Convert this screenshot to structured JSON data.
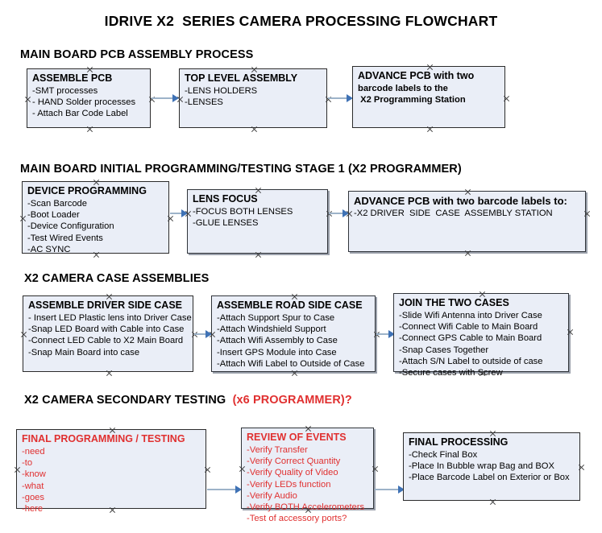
{
  "document": {
    "title": "IDRIVE X2  SERIES CAMERA PROCESSING FLOWCHART"
  },
  "colors": {
    "box_fill": "#eaeef7",
    "box_border": "#2b2b2b",
    "connector": "#9db3c9",
    "arrowhead": "#3f72b5",
    "red_accent": "#e03030",
    "text": "#000000"
  },
  "sections": [
    {
      "id": "main-board-pcb-assembly",
      "heading": "MAIN BOARD PCB ASSEMBLY PROCESS",
      "heading_accent": "",
      "boxes": [
        {
          "id": "assemble-pcb",
          "title": "ASSEMBLE PCB",
          "lines": [
            "-SMT processes",
            "- HAND Solder processes",
            "- Attach Bar Code Label"
          ]
        },
        {
          "id": "top-level-assembly",
          "title": "TOP LEVEL ASSEMBLY",
          "lines": [
            "-LENS HOLDERS",
            "-LENSES"
          ]
        },
        {
          "id": "advance-pcb-programming-station",
          "title": "ADVANCE PCB with two",
          "lines": [
            "barcode labels to the",
            " X2 Programming Station"
          ]
        }
      ]
    },
    {
      "id": "main-board-initial-programming",
      "heading": "MAIN BOARD INITIAL PROGRAMMING/TESTING STAGE 1 (X2 PROGRAMMER)",
      "heading_accent": "",
      "boxes": [
        {
          "id": "device-programming",
          "title": "DEVICE PROGRAMMING",
          "lines": [
            "-Scan Barcode",
            "-Boot Loader",
            "-Device Configuration",
            "-Test Wired Events",
            "-AC SYNC"
          ]
        },
        {
          "id": "lens-focus",
          "title": "LENS FOCUS",
          "lines": [
            "-FOCUS BOTH LENSES",
            "-GLUE LENSES"
          ]
        },
        {
          "id": "advance-pcb-driver-side-case",
          "title": "ADVANCE PCB with two barcode labels to:",
          "lines": [
            "-X2 DRIVER  SIDE  CASE  ASSEMBLY STATION"
          ]
        }
      ]
    },
    {
      "id": "x2-camera-case-assemblies",
      "heading": "X2 CAMERA CASE ASSEMBLIES",
      "heading_accent": "",
      "boxes": [
        {
          "id": "assemble-driver-side-case",
          "title": "ASSEMBLE DRIVER SIDE CASE",
          "lines": [
            "- Insert LED Plastic lens into Driver Case",
            "-Snap LED Board with Cable into Case",
            "-Connect LED Cable to X2 Main Board",
            "-Snap Main Board into case"
          ]
        },
        {
          "id": "assemble-road-side-case",
          "title": "ASSEMBLE ROAD SIDE CASE",
          "lines": [
            "-Attach Support Spur to Case",
            "-Attach Windshield Support",
            "-Attach Wifi Assembly to Case",
            "-Insert GPS Module into Case",
            "-Attach Wifi Label to Outside of Case"
          ]
        },
        {
          "id": "join-the-two-cases",
          "title": "JOIN THE TWO CASES",
          "lines": [
            "-Slide Wifi Antenna into Driver Case",
            "-Connect Wifi Cable to Main Board",
            "-Connect GPS Cable to Main Board",
            "-Snap Cases Together",
            "-Attach S/N Label to outside of case",
            "-Secure cases with Screw"
          ]
        }
      ]
    },
    {
      "id": "x2-camera-secondary-testing",
      "heading": "X2 CAMERA SECONDARY TESTING  ",
      "heading_accent": "(x6 PROGRAMMER)?",
      "boxes": [
        {
          "id": "final-programming-testing",
          "title": "FINAL PROGRAMMING / TESTING",
          "lines": [
            "-need",
            "-to",
            "-know",
            "-what",
            "-goes",
            "-here"
          ]
        },
        {
          "id": "review-of-events",
          "title": "REVIEW OF EVENTS",
          "lines": [
            "-Verify Transfer",
            "-Verify Correct Quantity",
            "-Verify Quality of Video",
            "-Verify LEDs function",
            "-Verify Audio",
            "-Verify BOTH Accelerometers",
            "-Test of accessory ports?"
          ]
        },
        {
          "id": "final-processing",
          "title": "FINAL PROCESSING",
          "lines": [
            "-Check Final Box",
            "-Place In Bubble wrap Bag and BOX",
            "-Place Barcode Label on Exterior or Box"
          ]
        }
      ]
    }
  ]
}
